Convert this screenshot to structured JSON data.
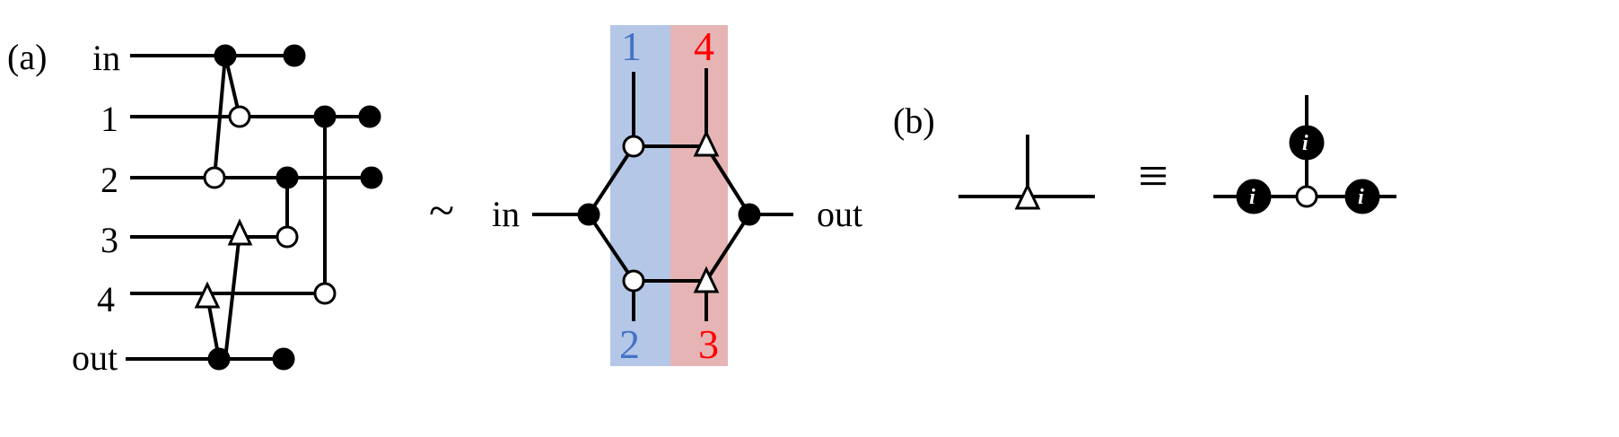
{
  "panel_a": {
    "label": "(a)",
    "rows": [
      "in",
      "1",
      "2",
      "3",
      "4",
      "out"
    ],
    "tilde": "~",
    "hex_in": "in",
    "hex_out": "out",
    "hex_top_left": "1",
    "hex_top_right": "4",
    "hex_bottom_left": "2",
    "hex_bottom_right": "3",
    "colors": {
      "blue_band": "#B4C7E7",
      "red_band": "#E6B4B4",
      "blue_text": "#4472C4",
      "red_text": "#FF0000"
    }
  },
  "panel_b": {
    "label": "(b)",
    "equiv": "≡",
    "node_label": "i"
  }
}
